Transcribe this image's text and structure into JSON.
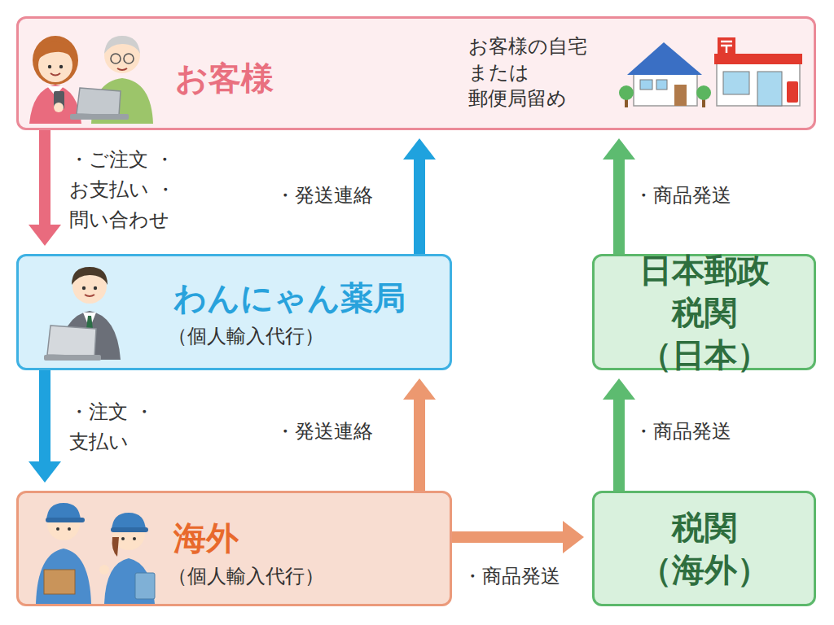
{
  "diagram": {
    "nodes": [
      {
        "text": [
          "お客様",
          "お客様の自宅 または 郵便局留め"
        ]
      },
      {
        "text": [
          "わんにゃん薬局",
          "（個人輸入代行）"
        ]
      },
      {
        "text": [
          "日本郵政 税関（日本）"
        ]
      },
      {
        "text": [
          "海外",
          "（個人輸入代行）"
        ]
      },
      {
        "text": [
          "税関（海外）"
        ]
      }
    ],
    "edges": [
      {
        "from": 0,
        "to": 1,
        "arrow": "to",
        "label": "・ご注文 ・お支払い ・問い合わせ"
      },
      {
        "from": 1,
        "to": 0,
        "arrow": "to",
        "label": "・発送連絡"
      },
      {
        "from": 1,
        "to": 3,
        "arrow": "to",
        "label": "・注文 ・支払い"
      },
      {
        "from": 3,
        "to": 1,
        "arrow": "to",
        "label": "・発送連絡"
      },
      {
        "from": 3,
        "to": 4,
        "arrow": "to",
        "label": "・商品発送"
      },
      {
        "from": 4,
        "to": 2,
        "arrow": "to",
        "label": "・商品発送"
      },
      {
        "from": 2,
        "to": 0,
        "arrow": "to",
        "label": "・商品発送"
      }
    ]
  }
}
